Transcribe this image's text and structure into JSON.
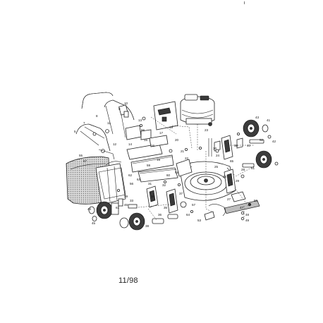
{
  "document": {
    "footer_code": "11/98"
  },
  "callouts": [
    "5",
    "7",
    "8",
    "9",
    "10",
    "11",
    "12",
    "13",
    "14",
    "15",
    "16",
    "17",
    "18",
    "19",
    "20",
    "21",
    "22",
    "23",
    "24",
    "25",
    "26",
    "27",
    "28",
    "29",
    "30",
    "31",
    "32",
    "33",
    "34",
    "35",
    "36",
    "37",
    "38",
    "39",
    "40",
    "41",
    "42",
    "43",
    "44",
    "45",
    "46",
    "47",
    "48",
    "49",
    "50",
    "51",
    "52",
    "53",
    "54",
    "55",
    "56",
    "57",
    "58",
    "59",
    "60",
    "61",
    "62",
    "63",
    "64",
    "65",
    "66",
    "67"
  ]
}
